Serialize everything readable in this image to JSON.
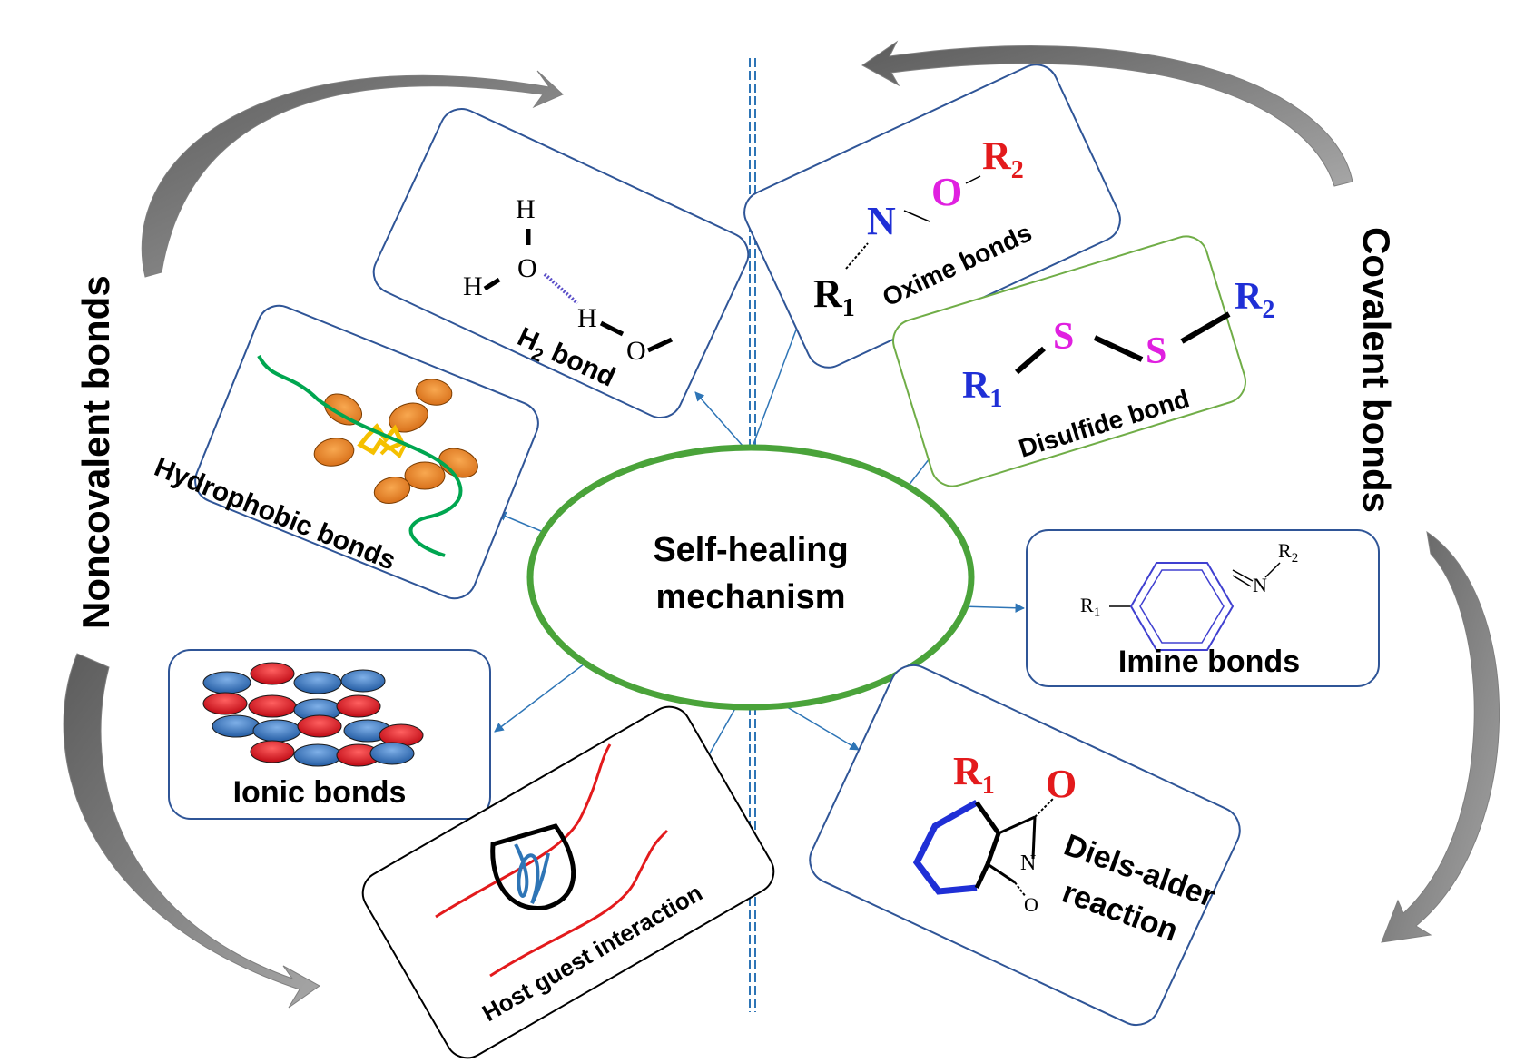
{
  "center": {
    "line1": "Self-healing",
    "line2": "mechanism"
  },
  "side_labels": {
    "left": "Noncovalent bonds",
    "right": "Covalent bonds"
  },
  "noncovalent": {
    "h2_bond": {
      "label_h": "H",
      "label_sub": "2",
      "label_rest": " bond",
      "atom_h": "H",
      "atom_o": "O"
    },
    "hydrophobic": {
      "label": "Hydrophobic bonds"
    },
    "ionic": {
      "label": "Ionic bonds"
    },
    "host_guest": {
      "label": "Host guest interaction"
    }
  },
  "covalent": {
    "oxime": {
      "label": "Oxime bonds",
      "r": "R",
      "n": "N",
      "o": "O",
      "one": "1",
      "two": "2"
    },
    "disulfide": {
      "label": "Disulfide bond",
      "r": "R",
      "s": "S",
      "one": "1",
      "two": "2"
    },
    "imine": {
      "label": "Imine bonds",
      "r": "R",
      "n": "N",
      "one": "1",
      "two": "2"
    },
    "diels_alder": {
      "label_line1": "Diels-alder",
      "label_line2": "reaction",
      "r": "R",
      "one": "1",
      "o": "O",
      "n": "N",
      "o_small": "O"
    }
  },
  "colors": {
    "center_ellipse": "#4aa33a",
    "box_border": "#2f5597",
    "disulfide_border": "#70ad47",
    "host_border": "#000000",
    "arrow_gray": "#8c8c8c",
    "connector": "#2e75b6",
    "ion_red": "#e0202a",
    "ion_blue": "#3a7cc5",
    "hydrophobic_orange": "#f08c2c",
    "chain_green": "#00a650"
  }
}
